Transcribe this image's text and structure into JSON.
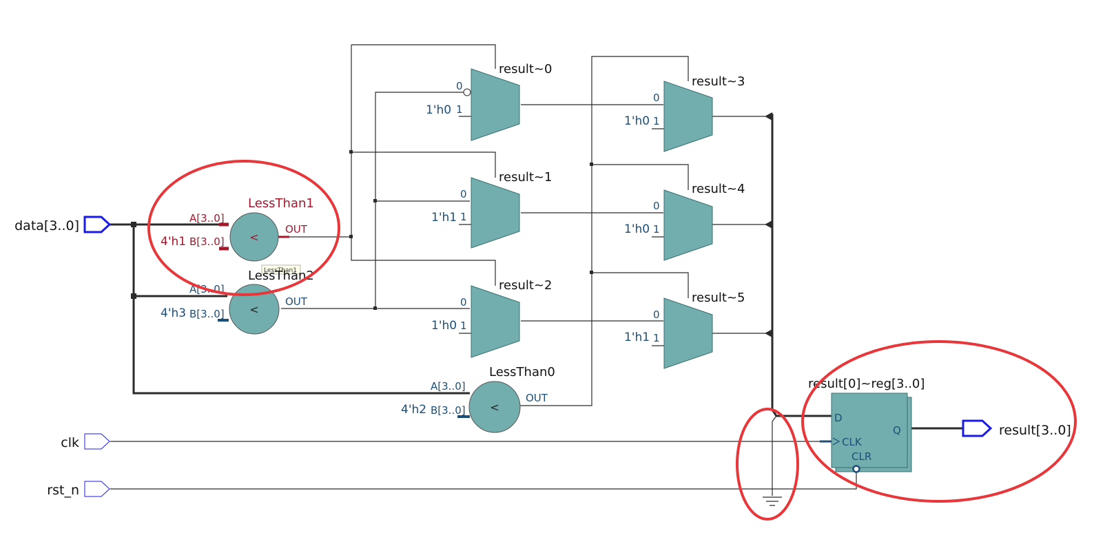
{
  "ports": {
    "data": "data[3..0]",
    "clk": "clk",
    "rst_n": "rst_n",
    "result": "result[3..0]"
  },
  "comparators": [
    {
      "name": "LessThan1",
      "a_pin": "A[3..0]",
      "b_pin": "B[3..0]",
      "out_pin": "OUT",
      "b_const": "4'h1",
      "symbol": "<",
      "highlighted": true,
      "tooltip": "LessThan1"
    },
    {
      "name": "LessThan2",
      "a_pin": "A[3..0]",
      "b_pin": "B[3..0]",
      "out_pin": "OUT",
      "b_const": "4'h3",
      "symbol": "<"
    },
    {
      "name": "LessThan0",
      "a_pin": "A[3..0]",
      "b_pin": "B[3..0]",
      "out_pin": "OUT",
      "b_const": "4'h2",
      "symbol": "<"
    }
  ],
  "muxes": [
    {
      "name": "result~0",
      "in0": "0",
      "in1": "1",
      "const1": "1'h0"
    },
    {
      "name": "result~1",
      "in0": "0",
      "in1": "1",
      "const1": "1'h1"
    },
    {
      "name": "result~2",
      "in0": "0",
      "in1": "1",
      "const1": "1'h0"
    },
    {
      "name": "result~3",
      "in0": "0",
      "in1": "1",
      "const1": "1'h0"
    },
    {
      "name": "result~4",
      "in0": "0",
      "in1": "1",
      "const1": "1'h0"
    },
    {
      "name": "result~5",
      "in0": "0",
      "in1": "1",
      "const1": "1'h1"
    }
  ],
  "register": {
    "name": "result[0]~reg[3..0]",
    "d": "D",
    "clk": "CLK",
    "clr": "CLR",
    "q": "Q"
  },
  "colors": {
    "component_fill": "#73aeae",
    "highlight_text": "#a3182b",
    "pin_text": "#1d4e78",
    "port_outline": "#1a1ae6",
    "annotation": "#e8373a"
  }
}
